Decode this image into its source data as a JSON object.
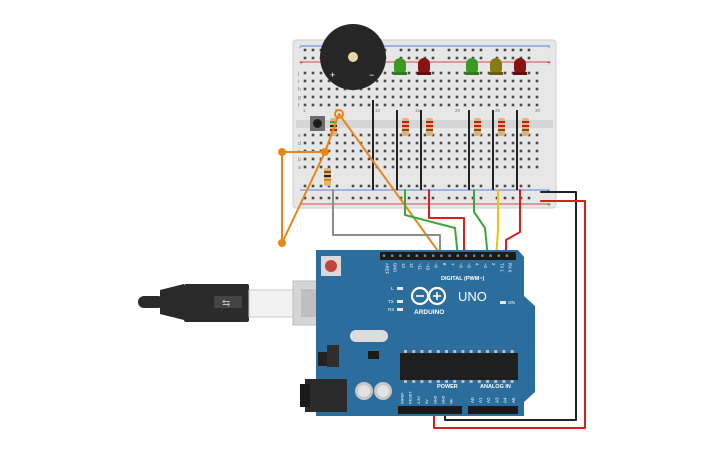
{
  "board": {
    "name": "UNO",
    "brand": "ARDUINO",
    "digital_header": "DIGITAL (PWM~)",
    "power_header": "POWER",
    "analog_header": "ANALOG IN",
    "led_l": "L",
    "led_tx": "TX",
    "led_rx": "RX",
    "led_on": "ON",
    "digital_pins": [
      "AREF",
      "GND",
      "13",
      "12",
      "~11",
      "~10",
      "~9",
      "8",
      "7",
      "~6",
      "~5",
      "4",
      "~3",
      "2",
      "TX 1",
      "RX 0"
    ],
    "power_pins": [
      "IOREF",
      "RESET",
      "3.3V",
      "5V",
      "GND",
      "GND",
      "Vin"
    ],
    "analog_pins": [
      "A0",
      "A1",
      "A2",
      "A3",
      "A4",
      "A5"
    ]
  },
  "breadboard": {
    "row_letters_top": [
      "j",
      "i",
      "h",
      "g",
      "f"
    ],
    "row_letters_bottom": [
      "e",
      "d",
      "c",
      "b",
      "a"
    ],
    "column_numbers": [
      "1",
      "5",
      "10",
      "15",
      "20",
      "25",
      "30"
    ],
    "rail_plus": "+",
    "rail_minus": "-"
  },
  "buzzer": {
    "plus": "+",
    "minus": "−"
  },
  "colors": {
    "board_blue": "#2b6e9e",
    "breadboard": "#e6e6e6",
    "wire_orange": "#e8861a",
    "wire_green": "#3aa83a",
    "wire_red": "#d62020",
    "wire_yellow": "#f2c200",
    "wire_gray": "#8c8c8c",
    "wire_black": "#222222",
    "led_green": "#3a9a22",
    "led_red": "#8a1212",
    "led_yellow": "#8a7a14"
  }
}
